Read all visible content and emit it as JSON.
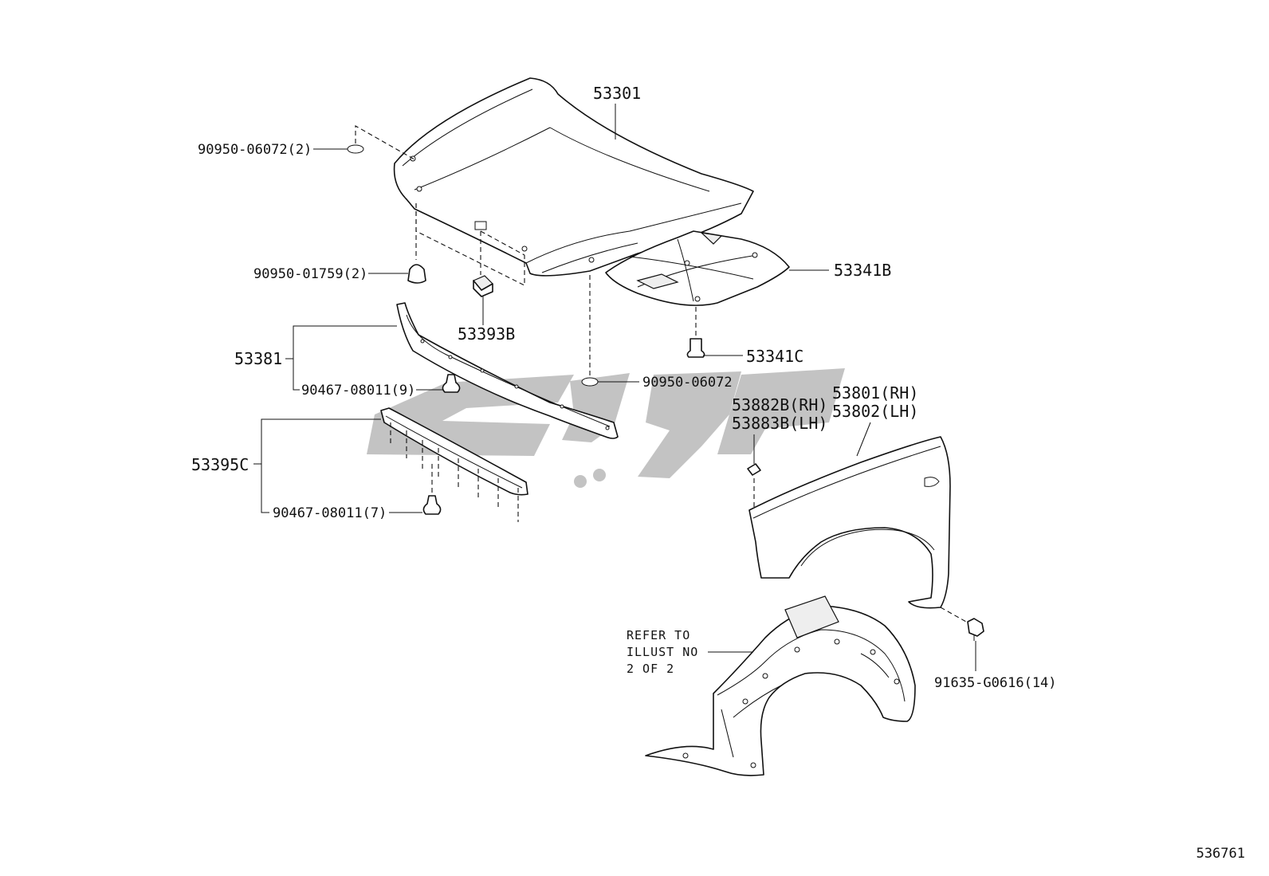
{
  "parts": {
    "hood": "53301",
    "hood_insulator": "53341B",
    "insulator_retainer": "53341C",
    "hood_cushion": "53393B",
    "hood_seal": "53381",
    "lower_seal": "53395C",
    "clip_upper": "90467-08011(9)",
    "clip_lower": "90467-08011(7)",
    "plug_hood_top": "90950-06072(2)",
    "plug_hood_bottom": "90950-06072",
    "bumper_cushion": "90950-01759(2)",
    "fender_rh": "53801(RH)",
    "fender_lh": "53802(LH)",
    "fender_plate_rh": "53882B(RH)",
    "fender_plate_lh": "53883B(LH)",
    "fender_bolt": "91635-G0616(14)"
  },
  "note": {
    "line1": "REFER TO",
    "line2": "ILLUST NO",
    "line3": "2 OF 2"
  },
  "drawing_number": "536761",
  "colors": {
    "line": "#111111",
    "watermark": "#b8b8b8"
  }
}
